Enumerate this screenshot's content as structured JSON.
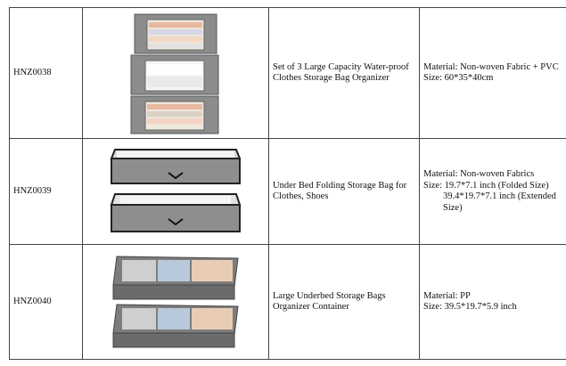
{
  "rows": [
    {
      "code": "HNZ0038",
      "image_icon": "stacked-storage-bags-icon",
      "description": "Set of 3 Large Capacity Water-proof Clothes Storage Bag Organizer",
      "spec_lines": [
        "Material: Non-woven Fabric + PVC",
        "Size: 60*35*40cm"
      ]
    },
    {
      "code": "HNZ0039",
      "image_icon": "underbed-folding-bags-icon",
      "description": "Under Bed Folding Storage Bag for Clothes, Shoes",
      "spec_lines": [
        "Material: Non-woven Fabrics",
        "Size: 19.7*7.1 inch (Folded Size)",
        "39.4*19.7*7.1 inch (Extended Size)"
      ]
    },
    {
      "code": "HNZ0040",
      "image_icon": "underbed-container-bags-icon",
      "description": "Large Underbed Storage Bags Organizer Container",
      "spec_lines": [
        "Material: PP",
        "Size: 39.5*19.7*5.9 inch"
      ]
    }
  ]
}
